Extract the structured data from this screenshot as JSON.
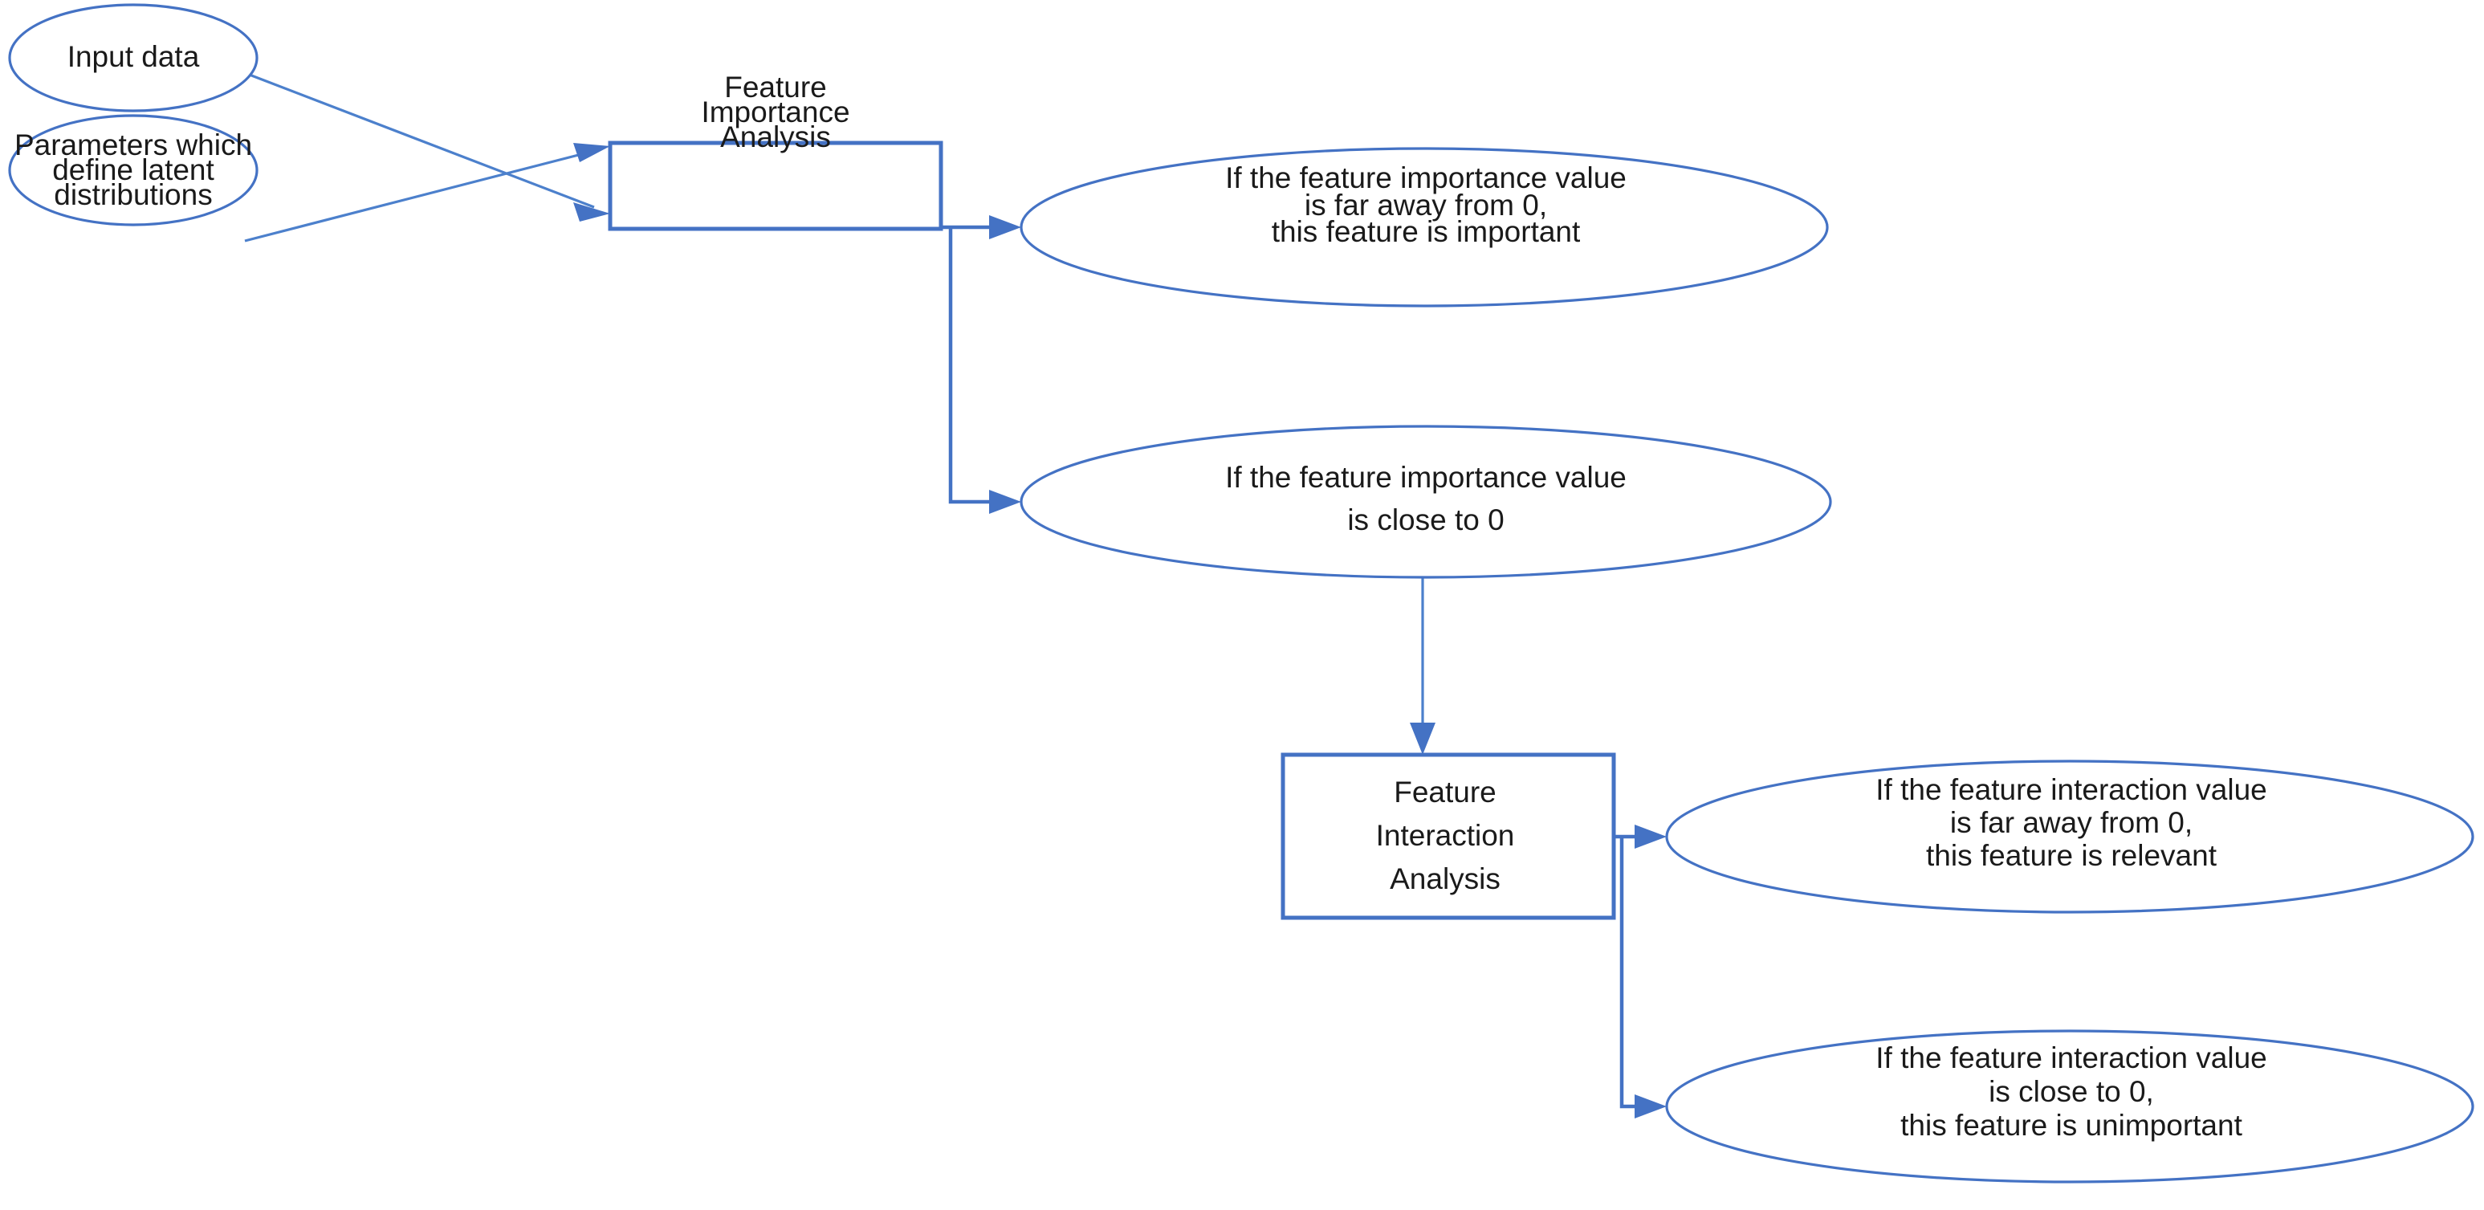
{
  "diagram": {
    "title": "Feature Importance and Interaction Analysis Flowchart",
    "colors": {
      "stroke": "#4472C4",
      "stroke_light": "#4C80CC",
      "text": "#1a1a1a",
      "background": "#ffffff"
    },
    "nodes": {
      "input_data": {
        "shape": "ellipse",
        "lines": [
          "Input data"
        ]
      },
      "parameters": {
        "shape": "ellipse",
        "lines": [
          "Parameters which",
          "define latent",
          "distributions"
        ]
      },
      "feature_importance_analysis": {
        "shape": "rectangle",
        "lines": [
          "Feature",
          "Importance",
          "Analysis"
        ]
      },
      "importance_far_from_zero": {
        "shape": "ellipse",
        "lines": [
          "If the feature importance value",
          "is far away from 0,",
          "this feature is important"
        ]
      },
      "importance_close_to_zero": {
        "shape": "ellipse",
        "lines": [
          "If the feature importance value",
          "is close to 0"
        ]
      },
      "feature_interaction_analysis": {
        "shape": "rectangle",
        "lines": [
          "Feature",
          "Interaction",
          "Analysis"
        ]
      },
      "interaction_far_from_zero": {
        "shape": "ellipse",
        "lines": [
          "If the feature interaction value",
          "is far away from 0,",
          "this feature is relevant"
        ]
      },
      "interaction_close_to_zero": {
        "shape": "ellipse",
        "lines": [
          "If the feature interaction value",
          "is close to 0,",
          "this feature is unimportant"
        ]
      }
    },
    "edges": [
      {
        "id": "edge-input-to-importance",
        "from": "input_data",
        "to": "feature_importance_analysis",
        "style": "diagonal-arrow"
      },
      {
        "id": "edge-parameters-to-importance",
        "from": "parameters",
        "to": "feature_importance_analysis",
        "style": "diagonal-arrow"
      },
      {
        "id": "edge-importance-to-far",
        "from": "feature_importance_analysis",
        "to": "importance_far_from_zero",
        "style": "elbow-arrow"
      },
      {
        "id": "edge-importance-to-close",
        "from": "feature_importance_analysis",
        "to": "importance_close_to_zero",
        "style": "elbow-arrow"
      },
      {
        "id": "edge-close-to-interaction",
        "from": "importance_close_to_zero",
        "to": "feature_interaction_analysis",
        "style": "vertical-arrow"
      },
      {
        "id": "edge-interaction-to-far",
        "from": "feature_interaction_analysis",
        "to": "interaction_far_from_zero",
        "style": "elbow-arrow"
      },
      {
        "id": "edge-interaction-to-close",
        "from": "feature_interaction_analysis",
        "to": "interaction_close_to_zero",
        "style": "elbow-arrow"
      }
    ]
  }
}
